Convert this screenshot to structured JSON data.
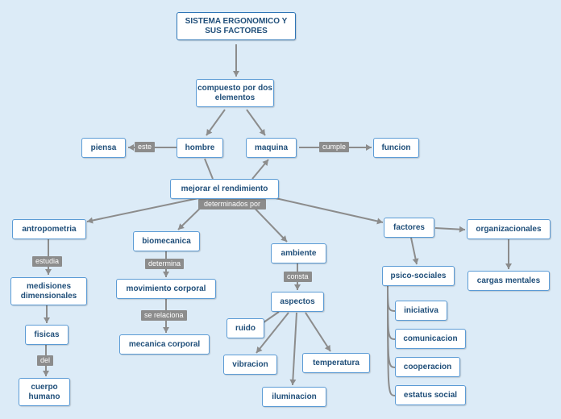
{
  "colors": {
    "background": "#dcebf7",
    "node_border": "#5b9bd5",
    "node_text": "#1f4e79",
    "connector": "#8c8c8c",
    "label_bg": "#8c8c8c"
  },
  "nodes": [
    {
      "id": "sistema",
      "text": "SISTEMA ERGONOMICO Y SUS FACTORES"
    },
    {
      "id": "compuesto",
      "text": "compuesto por dos elementos"
    },
    {
      "id": "hombre",
      "text": "hombre"
    },
    {
      "id": "maquina",
      "text": "maquina"
    },
    {
      "id": "piensa",
      "text": "piensa"
    },
    {
      "id": "funcion",
      "text": "funcion"
    },
    {
      "id": "mejorar",
      "text": "mejorar el rendimiento"
    },
    {
      "id": "antropometria",
      "text": "antropometria"
    },
    {
      "id": "medisiones",
      "text": "medisiones dimensionales"
    },
    {
      "id": "fisicas",
      "text": "fisicas"
    },
    {
      "id": "cuerpo",
      "text": "cuerpo humano"
    },
    {
      "id": "biomecanica",
      "text": "biomecanica"
    },
    {
      "id": "movimiento",
      "text": "movimiento corporal"
    },
    {
      "id": "mecanica",
      "text": "mecanica corporal"
    },
    {
      "id": "ambiente",
      "text": "ambiente"
    },
    {
      "id": "aspectos",
      "text": "aspectos"
    },
    {
      "id": "ruido",
      "text": "ruido"
    },
    {
      "id": "vibracion",
      "text": "vibracion"
    },
    {
      "id": "iluminacion",
      "text": "iluminacion"
    },
    {
      "id": "temperatura",
      "text": "temperatura"
    },
    {
      "id": "factores",
      "text": "factores"
    },
    {
      "id": "organizacionales",
      "text": "organizacionales"
    },
    {
      "id": "cargas",
      "text": "cargas mentales"
    },
    {
      "id": "psico",
      "text": "psico-sociales"
    },
    {
      "id": "iniciativa",
      "text": "iniciativa"
    },
    {
      "id": "comunicacion",
      "text": "comunicacion"
    },
    {
      "id": "cooperacion",
      "text": "cooperacion"
    },
    {
      "id": "estatus",
      "text": "estatus social"
    }
  ],
  "links": [
    {
      "id": "sistema-compuesto",
      "from": "sistema",
      "to": "compuesto",
      "label": ""
    },
    {
      "id": "compuesto-hombre",
      "from": "compuesto",
      "to": "hombre",
      "label": ""
    },
    {
      "id": "compuesto-maquina",
      "from": "compuesto",
      "to": "maquina",
      "label": ""
    },
    {
      "id": "hombre-piensa",
      "from": "hombre",
      "to": "piensa",
      "label": "este"
    },
    {
      "id": "maquina-funcion",
      "from": "maquina",
      "to": "funcion",
      "label": "cumple"
    },
    {
      "id": "hombre-mejorar",
      "from": "hombre",
      "to": "mejorar",
      "label": ""
    },
    {
      "id": "mejorar-maquina",
      "from": "mejorar",
      "to": "maquina",
      "label": ""
    },
    {
      "id": "mejorar-antropometria",
      "from": "mejorar",
      "to": "antropometria",
      "label": ""
    },
    {
      "id": "mejorar-biomecanica",
      "from": "mejorar",
      "to": "biomecanica",
      "label": ""
    },
    {
      "id": "mejorar-ambiente",
      "from": "mejorar",
      "to": "ambiente",
      "label": ""
    },
    {
      "id": "mejorar-factores",
      "from": "mejorar",
      "to": "factores",
      "label": ""
    },
    {
      "id": "antropometria-medisiones",
      "from": "antropometria",
      "to": "medisiones",
      "label": "estudia"
    },
    {
      "id": "medisiones-fisicas",
      "from": "medisiones",
      "to": "fisicas",
      "label": ""
    },
    {
      "id": "fisicas-cuerpo",
      "from": "fisicas",
      "to": "cuerpo",
      "label": "del"
    },
    {
      "id": "biomecanica-movimiento",
      "from": "biomecanica",
      "to": "movimiento",
      "label": "determina"
    },
    {
      "id": "movimiento-mecanica",
      "from": "movimiento",
      "to": "mecanica",
      "label": "se relaciona"
    },
    {
      "id": "ambiente-aspectos",
      "from": "ambiente",
      "to": "aspectos",
      "label": "consta"
    },
    {
      "id": "aspectos-ruido",
      "from": "aspectos",
      "to": "ruido",
      "label": ""
    },
    {
      "id": "aspectos-vibracion",
      "from": "aspectos",
      "to": "vibracion",
      "label": ""
    },
    {
      "id": "aspectos-iluminacion",
      "from": "aspectos",
      "to": "iluminacion",
      "label": ""
    },
    {
      "id": "aspectos-temperatura",
      "from": "aspectos",
      "to": "temperatura",
      "label": ""
    },
    {
      "id": "factores-organizacionales",
      "from": "factores",
      "to": "organizacionales",
      "label": ""
    },
    {
      "id": "organizacionales-cargas",
      "from": "organizacionales",
      "to": "cargas",
      "label": ""
    },
    {
      "id": "factores-psico",
      "from": "factores",
      "to": "psico",
      "label": ""
    },
    {
      "id": "psico-iniciativa",
      "from": "psico",
      "to": "iniciativa",
      "label": ""
    },
    {
      "id": "psico-comunicacion",
      "from": "psico",
      "to": "comunicacion",
      "label": ""
    },
    {
      "id": "psico-cooperacion",
      "from": "psico",
      "to": "cooperacion",
      "label": ""
    },
    {
      "id": "psico-estatus",
      "from": "psico",
      "to": "estatus",
      "label": ""
    }
  ],
  "floating_labels": [
    {
      "id": "determinados-por",
      "text": "determinados por"
    }
  ]
}
